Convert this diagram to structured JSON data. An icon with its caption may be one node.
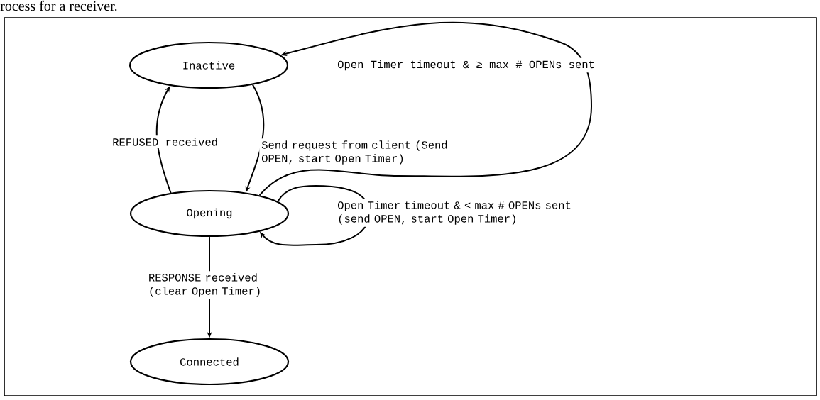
{
  "diagram": {
    "caption": "rocess for a receiver.",
    "nodes": [
      {
        "text": [
          "Inactive"
        ]
      },
      {
        "text": [
          "Opening"
        ]
      },
      {
        "text": [
          "Connected"
        ]
      }
    ],
    "edges": [
      {
        "from": 1,
        "to": 0,
        "arrow": "to",
        "label": "REFUSED received"
      },
      {
        "from": 0,
        "to": 1,
        "arrow": "to",
        "label": "Send request from client (Send OPEN, start Open Timer)"
      },
      {
        "from": 1,
        "to": 0,
        "arrow": "to",
        "label": "Open Timer timeout & ≥ max # OPENs sent"
      },
      {
        "from": 1,
        "to": 1,
        "arrow": "to",
        "label": "Open Timer timeout & < max # OPENs sent (send OPEN, start Open Timer)"
      },
      {
        "from": 1,
        "to": 2,
        "arrow": "to",
        "label": "RESPONSE received (clear Open Timer)"
      }
    ]
  }
}
